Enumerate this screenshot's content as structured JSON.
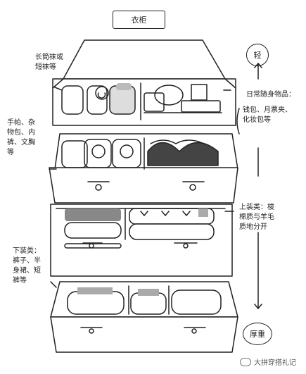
{
  "title": "衣柜",
  "scale": {
    "top": "轻",
    "bottom": "厚重"
  },
  "labels": {
    "drawer1_left": "长筒袜或\n短袜等",
    "drawer1_right": "日常随身物品：",
    "drawer1_right_sub": "钱包、月票夹、\n化妆包等",
    "drawer2_left": "手帕、杂\n物包、内\n裤、文胸\n等",
    "drawer3_right": "上装类：梭\n棉质与羊毛\n质地分开",
    "drawer4_left": "下装类：\n裤子、半\n身裙、短\n裤等"
  },
  "watermark": "大拼穿搭礼记",
  "icons": [
    "arrow-up-icon",
    "arrow-down-icon",
    "drawer-handle-icon",
    "wechat-icon"
  ]
}
